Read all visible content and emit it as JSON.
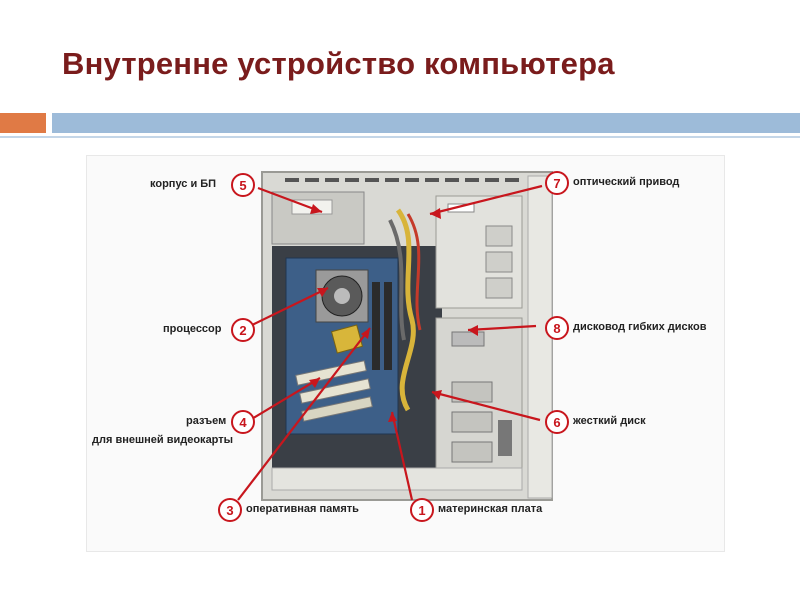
{
  "slide": {
    "title": "Внутренне устройство компьютера"
  },
  "diagram": {
    "callouts": [
      {
        "num": "5",
        "label": "корпус и БП"
      },
      {
        "num": "2",
        "label": "процессор"
      },
      {
        "num": "4",
        "label": "разъем",
        "label2": "для внешней видеокарты"
      },
      {
        "num": "3",
        "label": "оперативная память"
      },
      {
        "num": "1",
        "label": "материнская плата"
      },
      {
        "num": "7",
        "label": "оптический привод"
      },
      {
        "num": "8",
        "label": "дисковод гибких дисков"
      },
      {
        "num": "6",
        "label": "жесткий диск"
      }
    ],
    "colors": {
      "callout": "#c8161d",
      "title": "#7a1c1c"
    }
  }
}
